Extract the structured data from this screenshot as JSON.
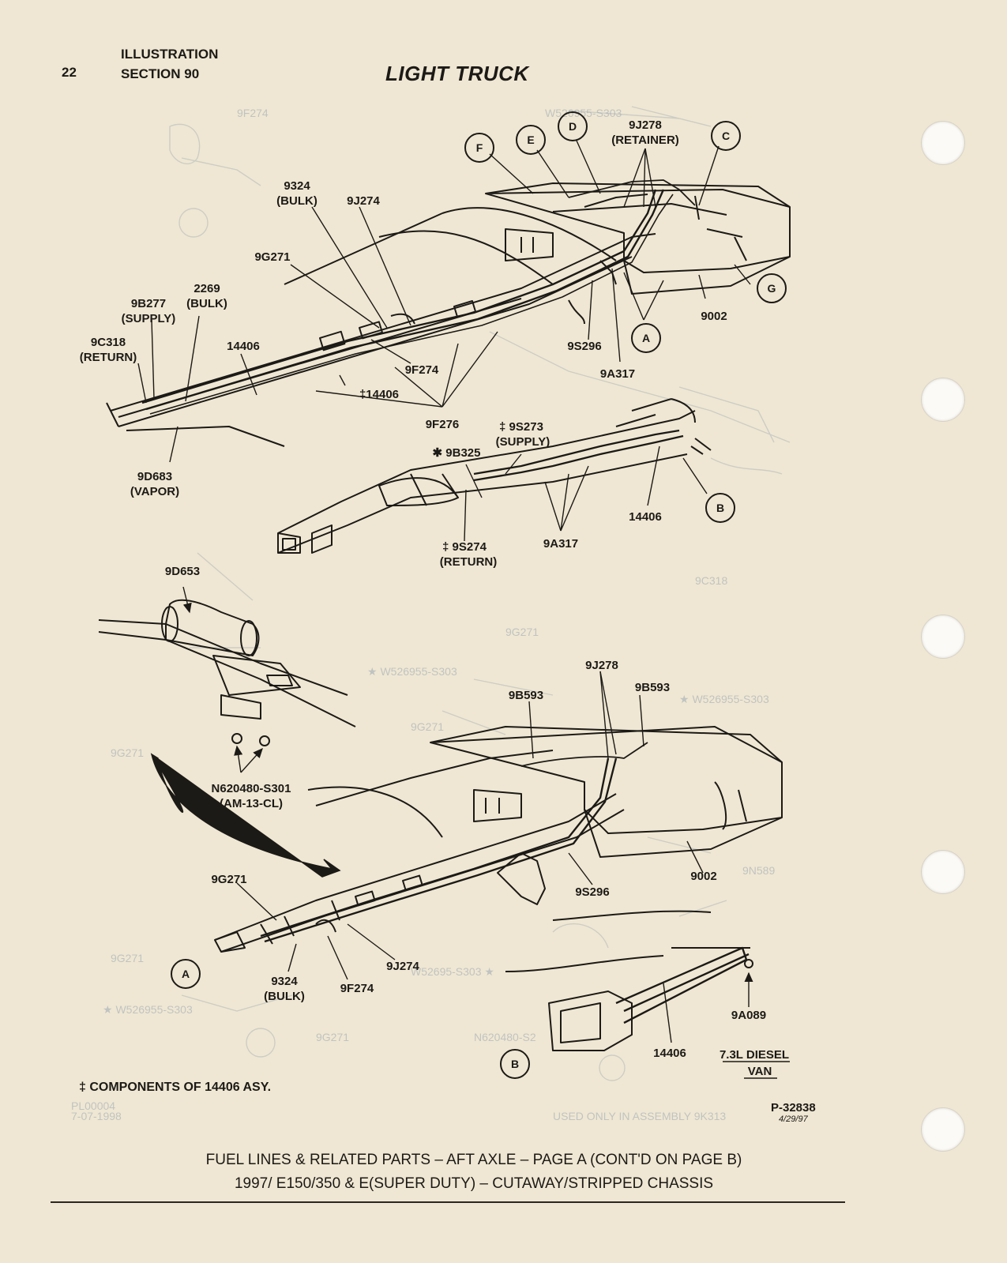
{
  "header": {
    "page_number": "22",
    "section_line1": "ILLUSTRATION",
    "section_line2": "SECTION 90",
    "title": "LIGHT TRUCK"
  },
  "labels": {
    "l_9j278_top": "9J278",
    "l_retainer": "(RETAINER)",
    "l_9324_top": "9324",
    "l_bulk_top": "(BULK)",
    "l_9j274_top": "9J274",
    "l_9g271_top": "9G271",
    "l_2269": "2269",
    "l_2269_bulk": "(BULK)",
    "l_9b277": "9B277",
    "l_supply": "(SUPPLY)",
    "l_9c318": "9C318",
    "l_return": "(RETURN)",
    "l_14406_a": "14406",
    "l_9f274_top": "9F274",
    "l_14406_dagger": "‡14406",
    "l_9f276": "9F276",
    "l_9s296_top": "9S296",
    "l_9a317_top": "9A317",
    "l_9002_top": "9002",
    "l_9d683": "9D683",
    "l_vapor": "(VAPOR)",
    "l_9s273": "‡ 9S273",
    "l_9s273_supply": "(SUPPLY)",
    "l_9b325": "✱ 9B325",
    "l_14406_b": "14406",
    "l_9s274": "‡ 9S274",
    "l_9s274_return": "(RETURN)",
    "l_9a317_mid": "9A317",
    "l_9d653": "9D653",
    "l_n620480": "N620480-S301",
    "l_am13": "(AM-13-CL)",
    "l_9j278_bot": "9J278",
    "l_9b593_a": "9B593",
    "l_9b593_b": "9B593",
    "l_9002_bot": "9002",
    "l_9s296_bot": "9S296",
    "l_9g271_bot": "9G271",
    "l_9j274_bot": "9J274",
    "l_9324_bot": "9324",
    "l_bulk_bot": "(BULK)",
    "l_9f274_bot": "9F274",
    "l_9a089": "9A089",
    "l_14406_c": "14406"
  },
  "callouts": [
    "A",
    "B",
    "C",
    "D",
    "E",
    "F",
    "G"
  ],
  "variant": {
    "line1": "7.3L DIESEL",
    "line2": "VAN"
  },
  "footnote": "‡ COMPONENTS OF 14406 ASY.",
  "reference": {
    "code": "P-32838",
    "date": "4/29/97"
  },
  "caption": {
    "line1": "FUEL LINES & RELATED PARTS – AFT AXLE – PAGE A (CONT'D ON PAGE B)",
    "line2": "1997/ E150/350 & E(SUPER DUTY) – CUTAWAY/STRIPPED CHASSIS"
  },
  "colors": {
    "paper": "#efe7d3",
    "ink": "#1c1a17",
    "bleed_through": "#9aa7b3"
  }
}
